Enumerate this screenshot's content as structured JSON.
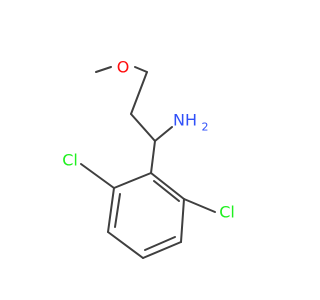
{
  "molecule": {
    "atoms": {
      "methyl": "",
      "oxygen": "O",
      "nitrogen": "NH",
      "nitrogen_h_count": "2",
      "chlorine_top": "Cl",
      "chlorine_bottom": "Cl"
    },
    "colors": {
      "bond": "#3f3f3f",
      "oxygen": "#ff0d0d",
      "nitrogen": "#3050f8",
      "chlorine": "#1ff01f"
    }
  }
}
